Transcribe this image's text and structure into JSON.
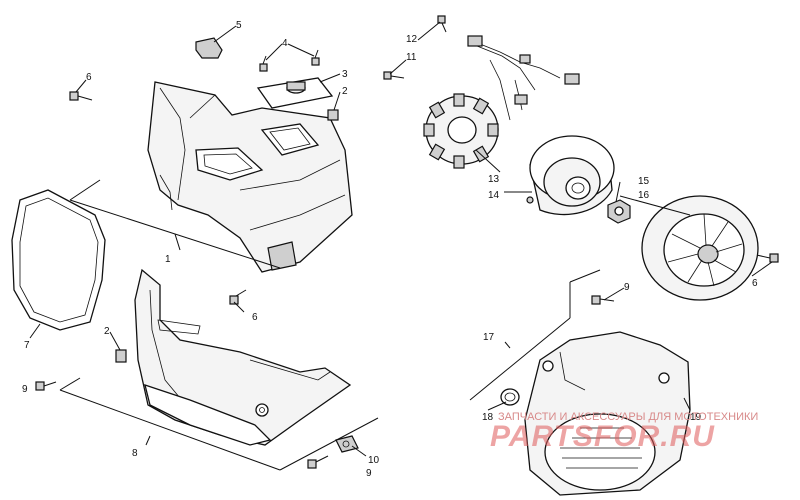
{
  "diagram": {
    "callouts": [
      {
        "id": "c1",
        "label": "1"
      },
      {
        "id": "c2a",
        "label": "2"
      },
      {
        "id": "c2b",
        "label": "2"
      },
      {
        "id": "c3",
        "label": "3"
      },
      {
        "id": "c4",
        "label": "4"
      },
      {
        "id": "c5",
        "label": "5"
      },
      {
        "id": "c6a",
        "label": "6"
      },
      {
        "id": "c6b",
        "label": "6"
      },
      {
        "id": "c6c",
        "label": "6"
      },
      {
        "id": "c7",
        "label": "7"
      },
      {
        "id": "c8",
        "label": "8"
      },
      {
        "id": "c9a",
        "label": "9"
      },
      {
        "id": "c9b",
        "label": "9"
      },
      {
        "id": "c9c",
        "label": "9"
      },
      {
        "id": "c10",
        "label": "10"
      },
      {
        "id": "c11",
        "label": "11"
      },
      {
        "id": "c12",
        "label": "12"
      },
      {
        "id": "c13",
        "label": "13"
      },
      {
        "id": "c14",
        "label": "14"
      },
      {
        "id": "c15",
        "label": "15"
      },
      {
        "id": "c16",
        "label": "16"
      },
      {
        "id": "c17",
        "label": "17"
      },
      {
        "id": "c18",
        "label": "18"
      },
      {
        "id": "c19",
        "label": "19"
      }
    ]
  },
  "watermark": {
    "tagline": "ЗАПЧАСТИ И АКСЕССУАРЫ ДЛЯ МОТОТЕХНИКИ",
    "brand": "PARTSFOR.RU"
  },
  "colors": {
    "line": "#111111",
    "watermark": "#e05a5a"
  }
}
